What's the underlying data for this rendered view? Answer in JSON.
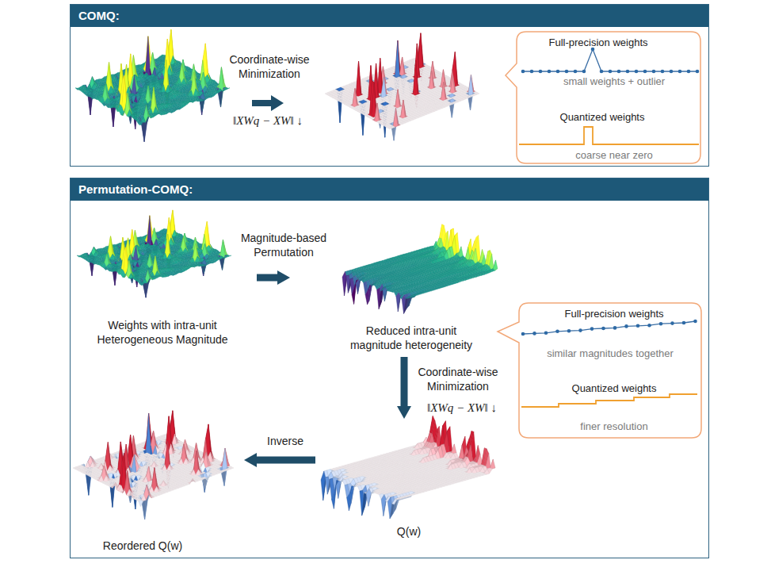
{
  "diagram": {
    "nodes": [
      {
        "text": [
          "COMQ:"
        ]
      },
      {
        "text": [
          "Full-precision weights",
          "small weights + outlier",
          "Quantized weights",
          "coarse near zero"
        ],
        "in": 0
      },
      {
        "text": [
          "Permutation-COMQ:"
        ]
      },
      {
        "text": [
          "Weights with intra-unit Heterogeneous Magnitude"
        ],
        "in": 2
      },
      {
        "text": [
          "Reduced intra-unit magnitude heterogeneity"
        ],
        "in": 2
      },
      {
        "text": [
          "Full-precision weights",
          "similar magnitudes together",
          "Quantized weights",
          "finer resolution"
        ],
        "in": 2
      },
      {
        "text": [
          "Q(w)"
        ],
        "in": 2
      },
      {
        "text": [
          "Reordered Q(w)"
        ],
        "in": 2
      }
    ],
    "edges": [
      {
        "from": 3,
        "to": 4,
        "label": "Magnitude-based Permutation",
        "arrow": "to"
      },
      {
        "from": 4,
        "to": 6,
        "label": "Coordinate-wise Minimization",
        "arrow": "to"
      },
      {
        "from": 6,
        "to": 7,
        "label": "Inverse",
        "arrow": "to"
      }
    ],
    "labels": [
      "Coordinate-wise Minimization",
      "‖XWq − XW‖ ↓",
      "‖XWq − XW‖ ↓"
    ]
  }
}
